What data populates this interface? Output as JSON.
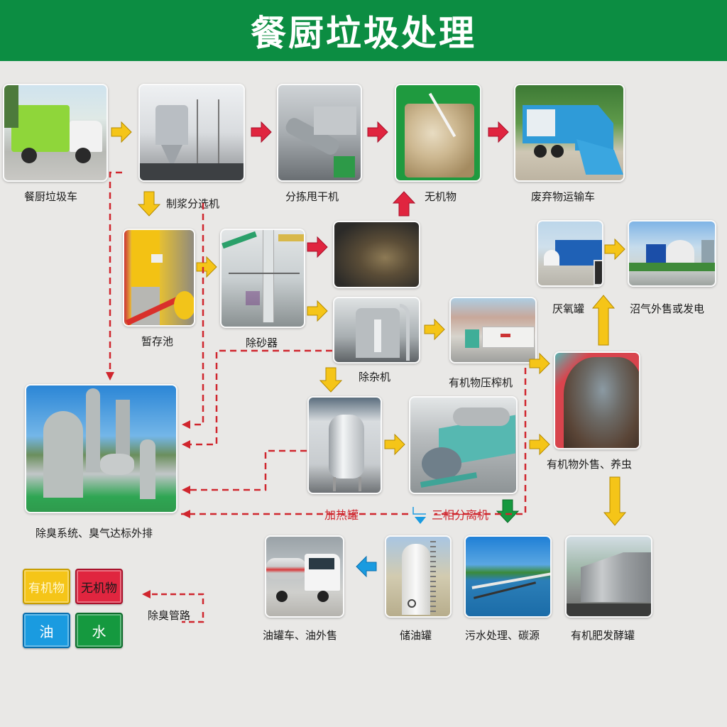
{
  "header": {
    "title": "餐厨垃圾处理"
  },
  "colors": {
    "header_bg": "#0c8d42",
    "organic_yellow": "#f5c518",
    "inorganic_red": "#e0253f",
    "oil_blue": "#1a9be0",
    "water_green": "#15993f",
    "deodor_dash_red": "#d0262e"
  },
  "nodes": {
    "kitchen_truck": {
      "label": "餐厨垃圾车",
      "icon": "garbage-truck-photo"
    },
    "pulping_sorter": {
      "label": "制浆分选机",
      "icon": "pulping-machine-photo"
    },
    "sorting_dryer": {
      "label": "分拣甩干机",
      "icon": "dryer-machine-photo"
    },
    "inorganic": {
      "label": "无机物",
      "icon": "inorganic-waste-photo"
    },
    "waste_truck": {
      "label": "废弃物运输车",
      "icon": "compactor-truck-photo"
    },
    "temp_tank": {
      "label": "暂存池",
      "icon": "storage-tank-photo"
    },
    "desander": {
      "label": "除砂器",
      "icon": "desander-photo"
    },
    "sand_residue": {
      "label": "",
      "icon": "sand-residue-photo"
    },
    "impurity_remover": {
      "label": "除杂机",
      "icon": "impurity-remover-photo"
    },
    "organic_press": {
      "label": "有机物压榨机",
      "icon": "press-machine-photo"
    },
    "anaerobic_tank": {
      "label": "厌氧罐",
      "icon": "anaerobic-tank-photo"
    },
    "biogas": {
      "label": "沼气外售或发电",
      "icon": "biogas-plant-photo"
    },
    "organic_sale": {
      "label": "有机物外售、养虫",
      "icon": "organic-matter-photo"
    },
    "deodor_system": {
      "label": "除臭系统、臭气达标外排",
      "icon": "deodorization-system-photo"
    },
    "heating_tank": {
      "label": "加热罐",
      "icon": "heating-tank-photo"
    },
    "three_phase": {
      "label": "三相分离机",
      "icon": "centrifuge-photo"
    },
    "oil_truck": {
      "label": "油罐车、油外售",
      "icon": "oil-tanker-photo"
    },
    "oil_storage": {
      "label": "储油罐",
      "icon": "oil-storage-tank-photo"
    },
    "sewage": {
      "label": "污水处理、碳源",
      "icon": "sewage-pool-photo"
    },
    "fertilizer": {
      "label": "有机肥发酵罐",
      "icon": "fermentation-tank-photo"
    }
  },
  "legend": {
    "organic": "有机物",
    "inorganic": "无机物",
    "oil": "油",
    "water": "水",
    "deodor_pipe": "除臭管路"
  }
}
